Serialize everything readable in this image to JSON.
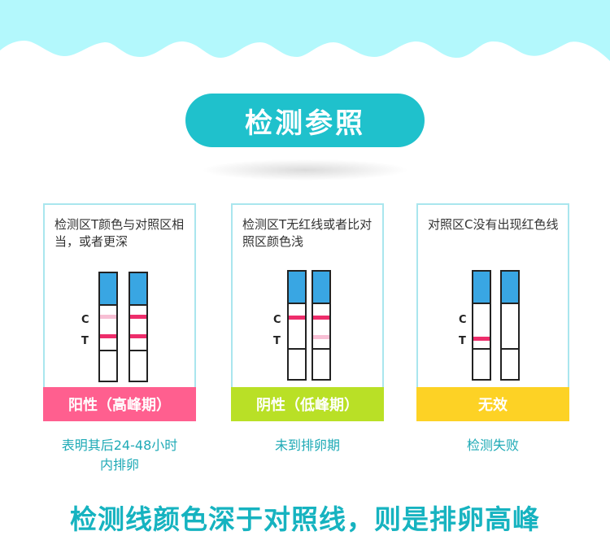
{
  "header": {
    "title": "检测参照",
    "wave_color": "#b3f8fc",
    "pill_color": "#1fc1cc"
  },
  "cards": [
    {
      "description": "检测区T颜色与对照区相当，或者更深",
      "result_label": "阳性（高峰期）",
      "result_color": "#ff5f8f",
      "caption_line1": "表明其后24-48小时",
      "caption_line2": "内排卵",
      "strip_labels": {
        "c": "C",
        "t": "T"
      },
      "strips": [
        {
          "c_band": "faint",
          "t_band": "strong"
        },
        {
          "c_band": "strong",
          "t_band": "strong"
        }
      ]
    },
    {
      "description": "检测区T无红线或者比对照区颜色浅",
      "result_label": "阴性（低峰期）",
      "result_color": "#b9e026",
      "caption_line1": "未到排卵期",
      "caption_line2": "",
      "strip_labels": {
        "c": "C",
        "t": "T"
      },
      "strips": [
        {
          "c_band": "strong",
          "t_band": "none"
        },
        {
          "c_band": "strong",
          "t_band": "faint"
        }
      ]
    },
    {
      "description": "对照区C没有出现红色线",
      "result_label": "无效",
      "result_color": "#fdd225",
      "caption_line1": "检测失败",
      "caption_line2": "",
      "strip_labels": {
        "c": "C",
        "t": "T"
      },
      "strips": [
        {
          "c_band": "none",
          "t_band": "strong"
        },
        {
          "c_band": "none",
          "t_band": "none"
        }
      ]
    }
  ],
  "footer": {
    "conclusion": "检测线颜色深于对照线，则是排卵高峰"
  },
  "colors": {
    "band_strong": "#ee2d6b",
    "band_faint": "#f7bfd4",
    "strip_blue": "#39a6e3",
    "caption": "#1faab6"
  }
}
